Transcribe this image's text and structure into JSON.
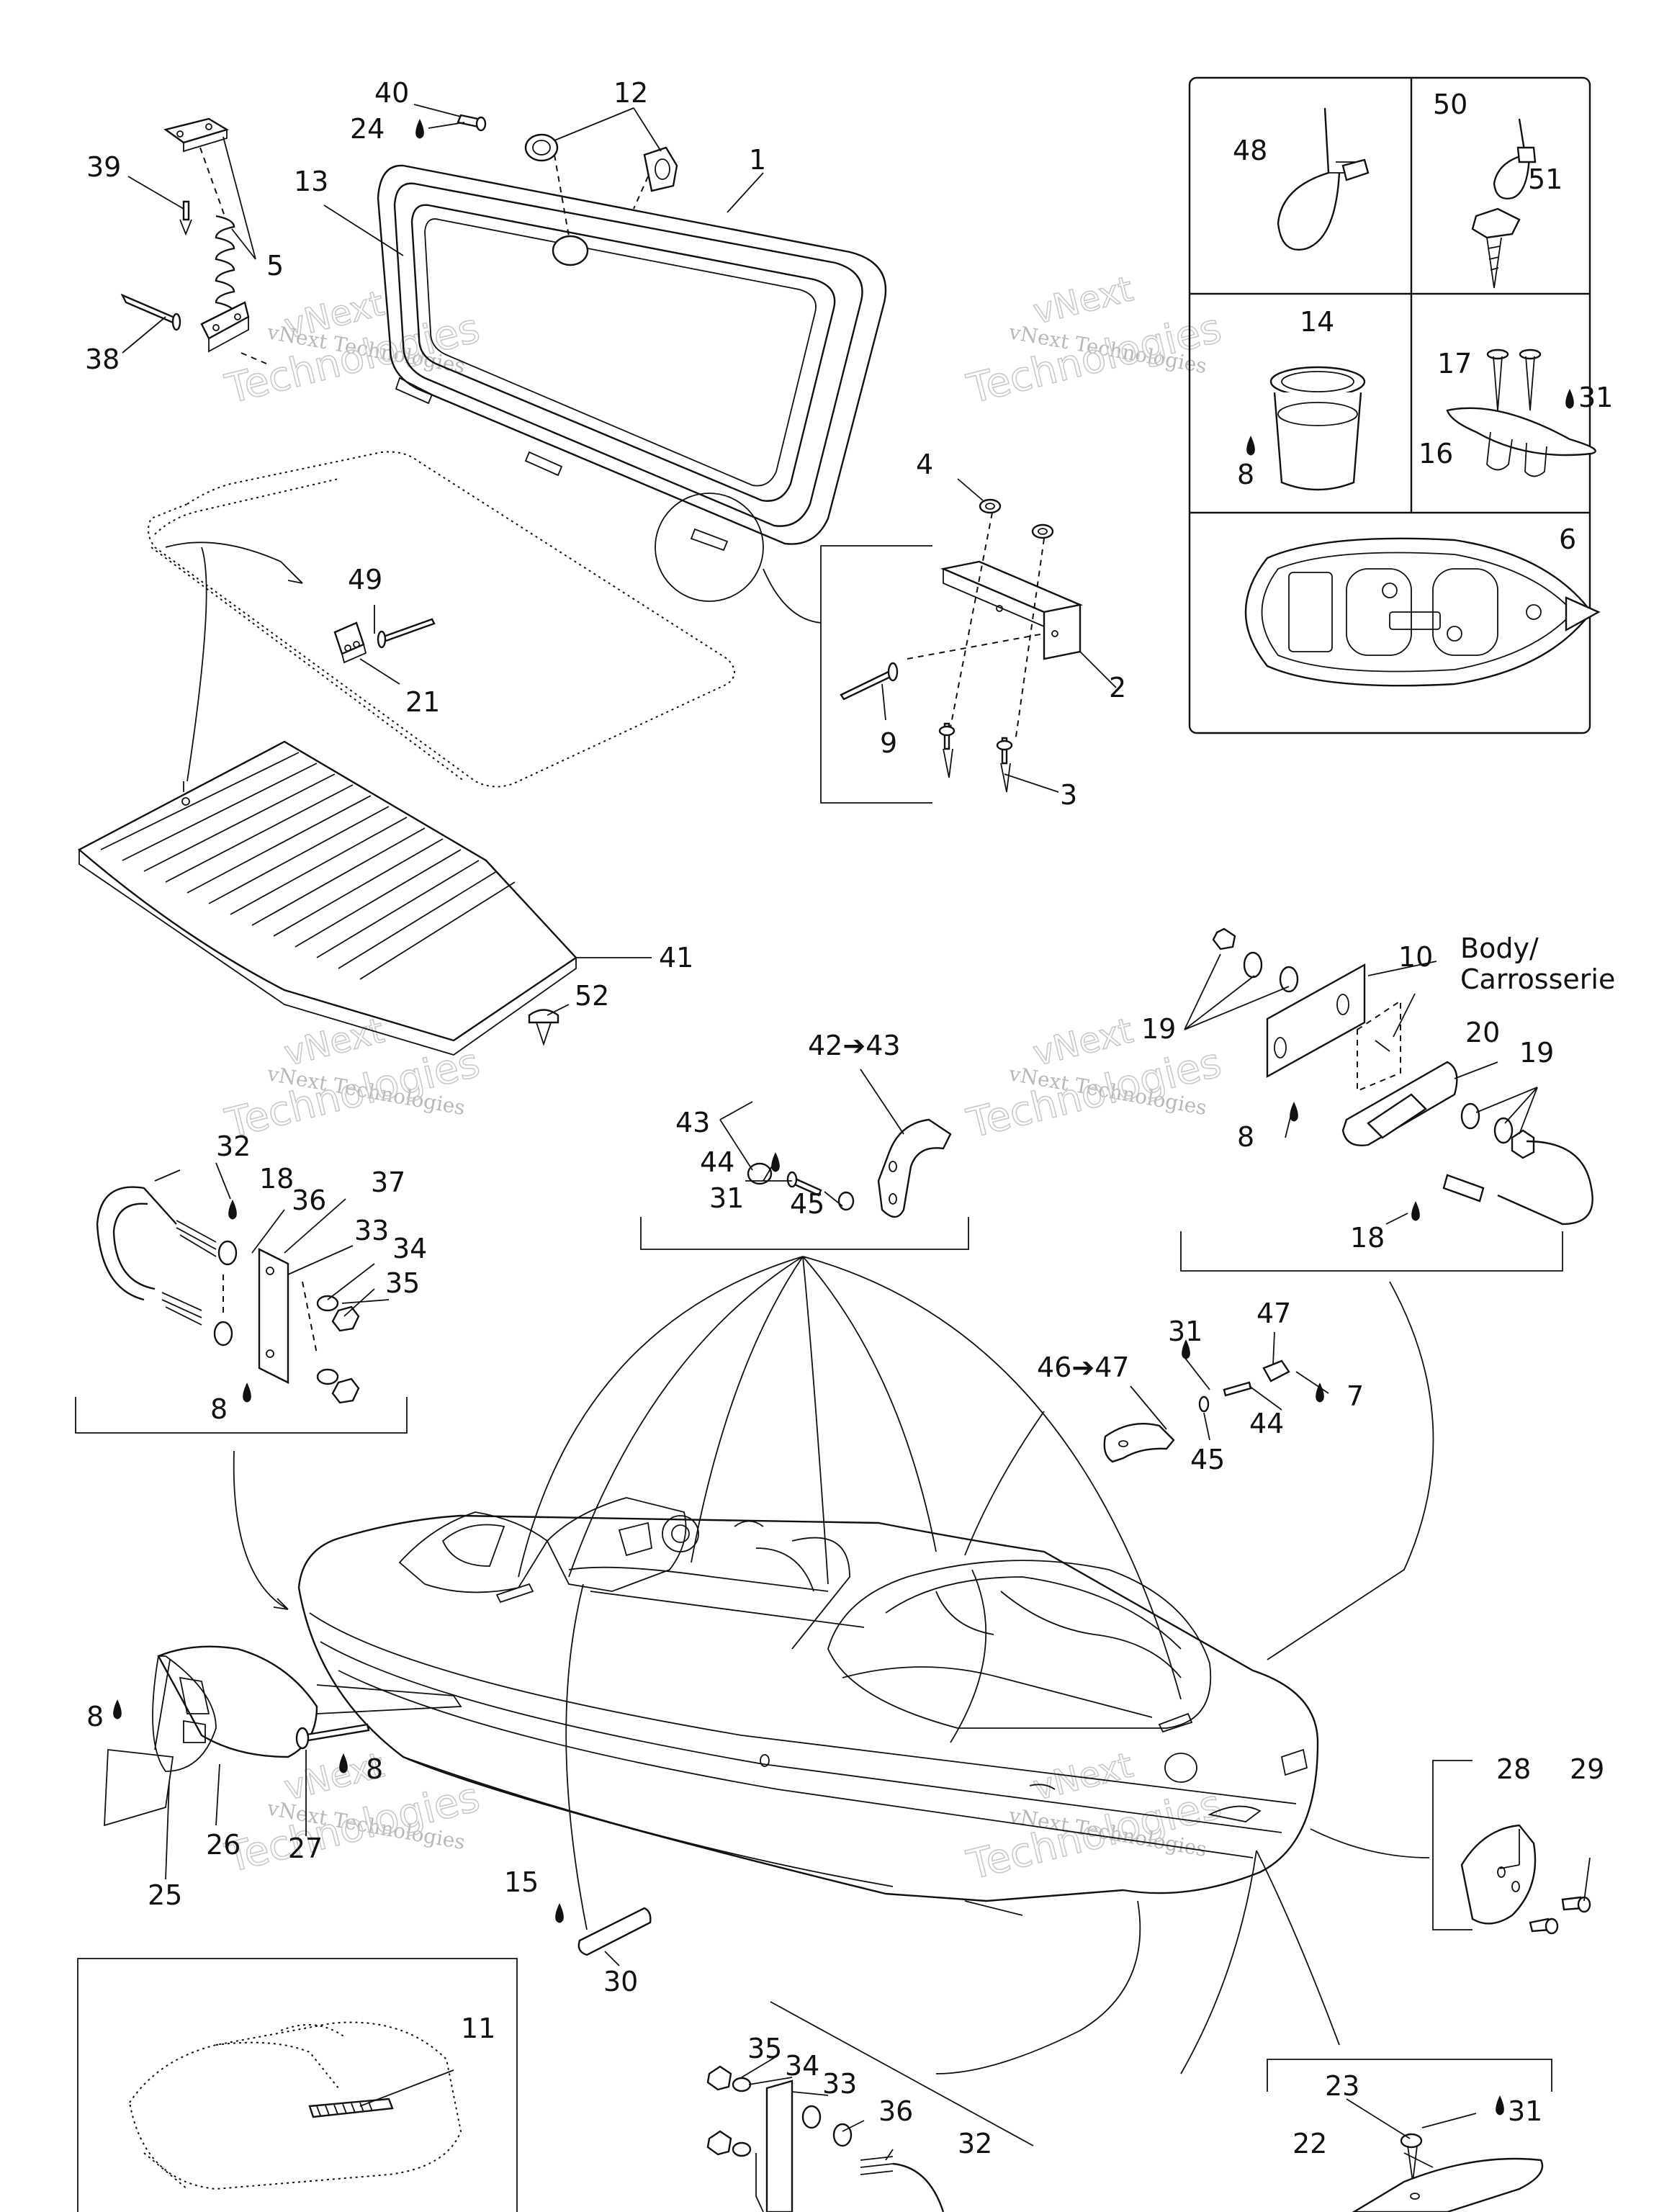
{
  "watermark": {
    "line1": "vNext",
    "line2": "vNext Technologies",
    "line3": "Technologies"
  },
  "material_label": {
    "line1": "Body/",
    "line2": "Carrosserie"
  },
  "callouts": {
    "c1": "1",
    "c2": "2",
    "c3": "3",
    "c4": "4",
    "c5": "5",
    "c6": "6",
    "c7": "7",
    "c8a": "8",
    "c8b": "8",
    "c8c": "8",
    "c8d": "8",
    "c8e": "8",
    "c9": "9",
    "c10": "10",
    "c11": "11",
    "c12": "12",
    "c13": "13",
    "c14": "14",
    "c15": "15",
    "c16": "16",
    "c17": "17",
    "c18a": "18",
    "c18b": "18",
    "c19a": "19",
    "c19b": "19",
    "c20": "20",
    "c21": "21",
    "c22": "22",
    "c23": "23",
    "c24": "24",
    "c25": "25",
    "c26": "26",
    "c27": "27",
    "c28": "28",
    "c29": "29",
    "c30": "30",
    "c31a": "31",
    "c31b": "31",
    "c31c": "31",
    "c31d": "31",
    "c32a": "32",
    "c32b": "32",
    "c33a": "33",
    "c33b": "33",
    "c34a": "34",
    "c34b": "34",
    "c35a": "35",
    "c35b": "35",
    "c36a": "36",
    "c36b": "36",
    "c37": "37",
    "c38": "38",
    "c39": "39",
    "c40": "40",
    "c41": "41",
    "c42": "42➔43",
    "c43": "43",
    "c44a": "44",
    "c44b": "44",
    "c45a": "45",
    "c45b": "45",
    "c46": "46➔47",
    "c47": "47",
    "c48": "48",
    "c49": "49",
    "c50": "50",
    "c51": "51",
    "c52": "52"
  }
}
